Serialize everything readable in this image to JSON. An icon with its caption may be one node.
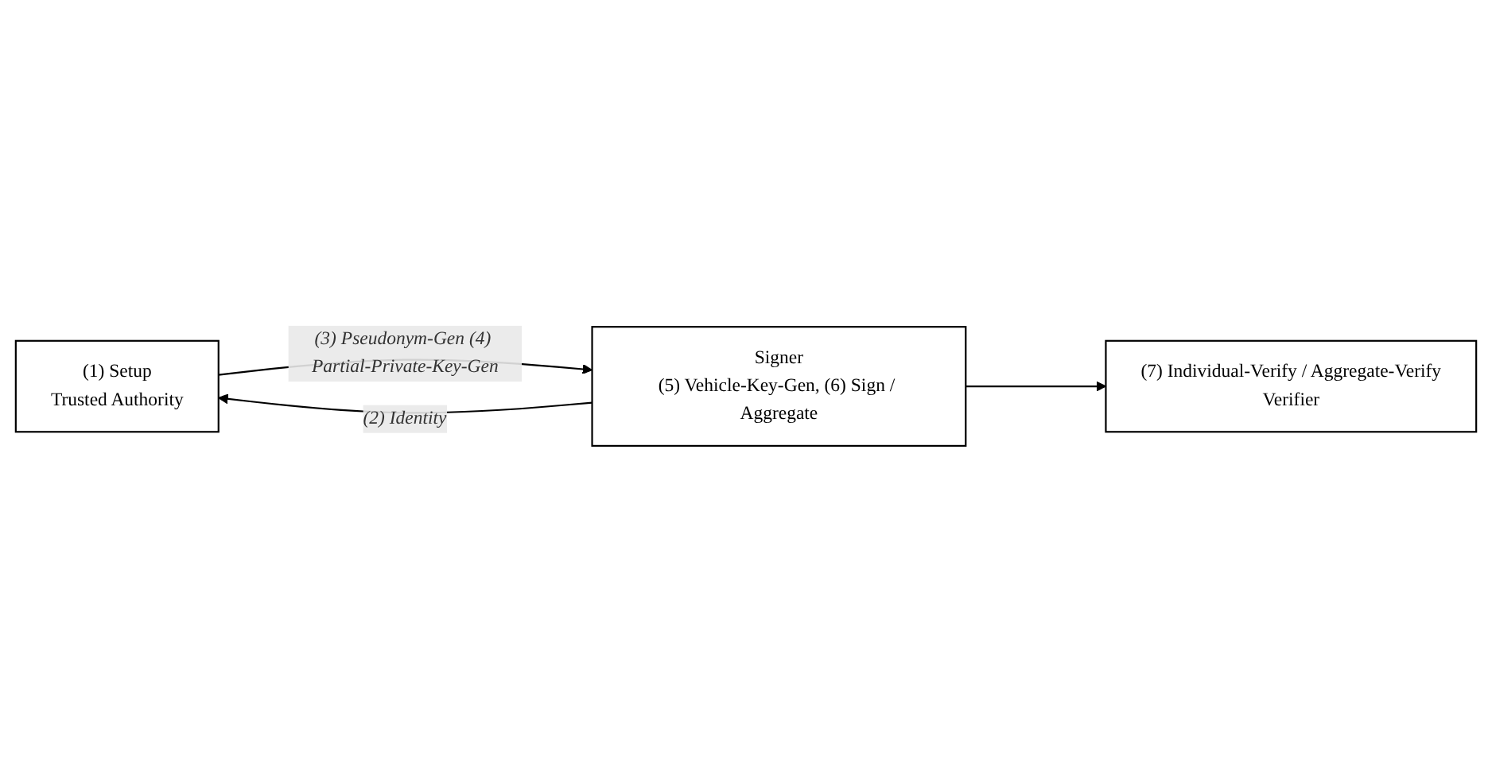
{
  "diagram": {
    "nodes": [
      {
        "text": [
          "(1) Setup",
          "Trusted Authority"
        ]
      },
      {
        "text": [
          "Signer",
          "(5) Vehicle-Key-Gen, (6) Sign / Aggregate"
        ]
      },
      {
        "text": [
          "(7) Individual-Verify / Aggregate-Verify",
          "Verifier"
        ]
      }
    ],
    "edges": [
      {
        "from": 1,
        "to": 0,
        "arrow": "to",
        "label": "(2) Identity"
      },
      {
        "from": 0,
        "to": 1,
        "arrow": "to",
        "label": "(3) Pseudonym-Gen (4) Partial-Private-Key-Gen"
      },
      {
        "from": 1,
        "to": 2,
        "arrow": "to"
      }
    ]
  }
}
